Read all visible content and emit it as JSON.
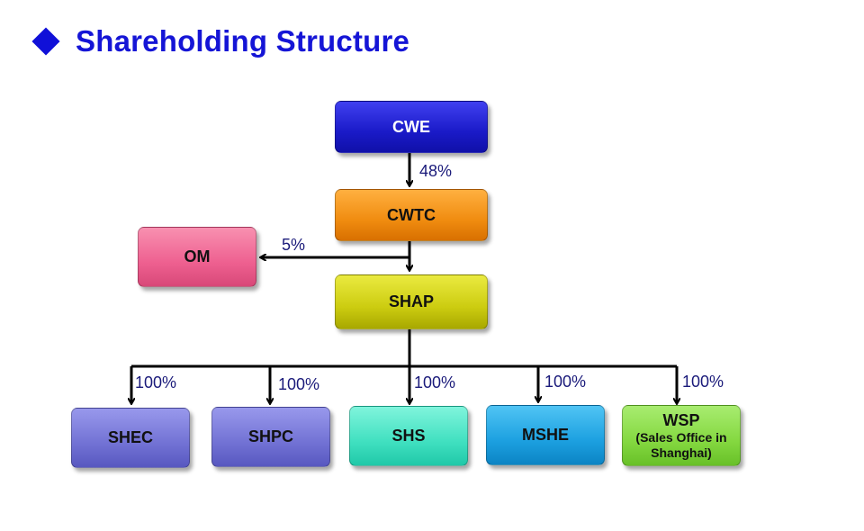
{
  "title": "Shareholding Structure",
  "nodes": {
    "cwe": "CWE",
    "cwtc": "CWTC",
    "om": "OM",
    "shap": "SHAP",
    "shec": "SHEC",
    "shpc": "SHPC",
    "shs": "SHS",
    "mshe": "MSHE",
    "wsp": "WSP",
    "wsp_sub": "(Sales Office in Shanghai)"
  },
  "edges": {
    "cwe_cwtc": "48%",
    "cwtc_om": "5%",
    "shap_shec": "100%",
    "shap_shpc": "100%",
    "shap_shs": "100%",
    "shap_mshe": "100%",
    "shap_wsp": "100%"
  },
  "colors": {
    "title": "#1515d6",
    "cwe": "#1e1ecc",
    "cwtc": "#f08c10",
    "om": "#ee6090",
    "shap": "#cccc10",
    "shec": "#7272d4",
    "shpc": "#7272d4",
    "shs": "#40e0c0",
    "mshe": "#1ca0e0",
    "wsp": "#84d840"
  }
}
